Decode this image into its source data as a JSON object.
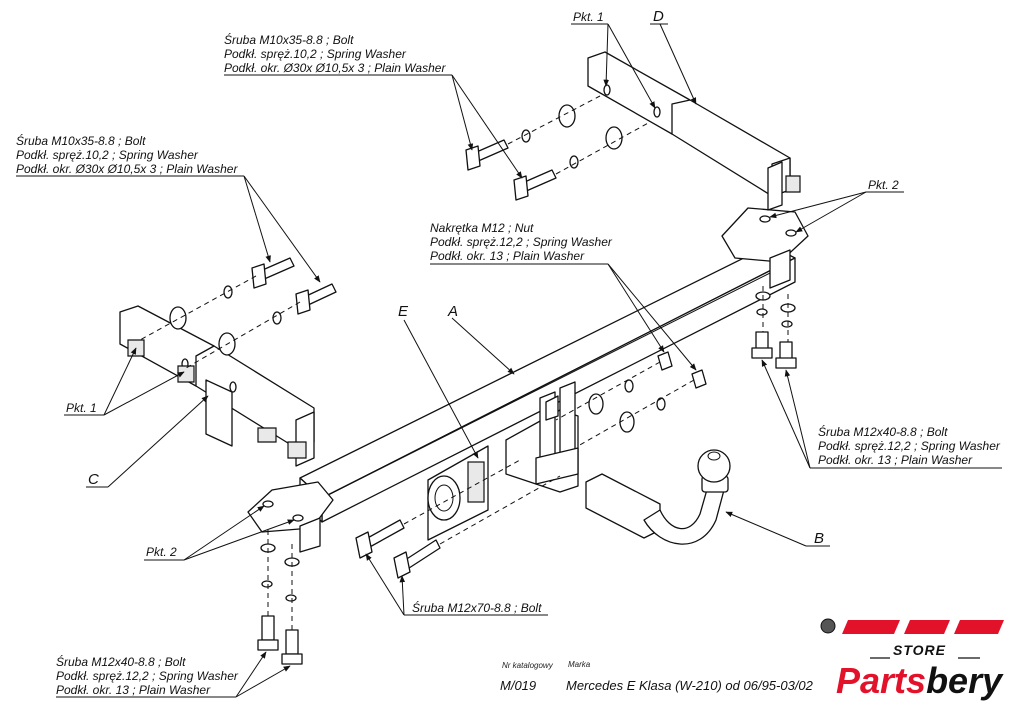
{
  "labels": {
    "top_bolt_group": [
      "Śruba M10x35-8.8 ;  Bolt",
      "Podkł. spręż.10,2 ; Spring Washer",
      "Podkł. okr.  Ø30x Ø10,5x 3 ; Plain Washer"
    ],
    "left_bolt_group": [
      "Śruba M10x35-8.8 ;  Bolt",
      "Podkł. spręż.10,2 ; Spring Washer",
      "Podkł. okr.  Ø30x Ø10,5x 3 ; Plain Washer"
    ],
    "nut_group": [
      "Nakrętka  M12 ; Nut",
      "Podkł. spręż.12,2 ; Spring Washer",
      "Podkł. okr. 13 ; Plain Washer"
    ],
    "right_bolt_group": [
      "Śruba M12x40-8.8 ;  Bolt",
      "Podkł. spręż.12,2 ; Spring Washer",
      "Podkł. okr. 13 ; Plain Washer"
    ],
    "bottom_bolt_group": [
      "Śruba M12x40-8.8 ;  Bolt",
      "Podkł. spręż.12,2 ; Spring Washer",
      "Podkł. okr. 13 ; Plain Washer"
    ],
    "long_bolt": "Śruba M12x70-8.8 ;  Bolt",
    "pkt1_top": "Pkt. 1",
    "pkt1_left": "Pkt. 1",
    "pkt2_right": "Pkt. 2",
    "pkt2_left": "Pkt. 2",
    "letter_a": "A",
    "letter_b": "B",
    "letter_c": "C",
    "letter_d": "D",
    "letter_e": "E"
  },
  "footer": {
    "catalog_caption": "Nr katalogowy",
    "catalog_number": "M/019",
    "make_caption": "Marka",
    "vehicle": "Mercedes E Klasa (W-210)   od  06/95-03/02"
  },
  "brand": {
    "store": "STORE",
    "name_part1": "Parts",
    "name_part2": "bery",
    "color_part1": "#e3122b",
    "color_part2": "#111111",
    "partial_logo_color": "#e3122b"
  }
}
